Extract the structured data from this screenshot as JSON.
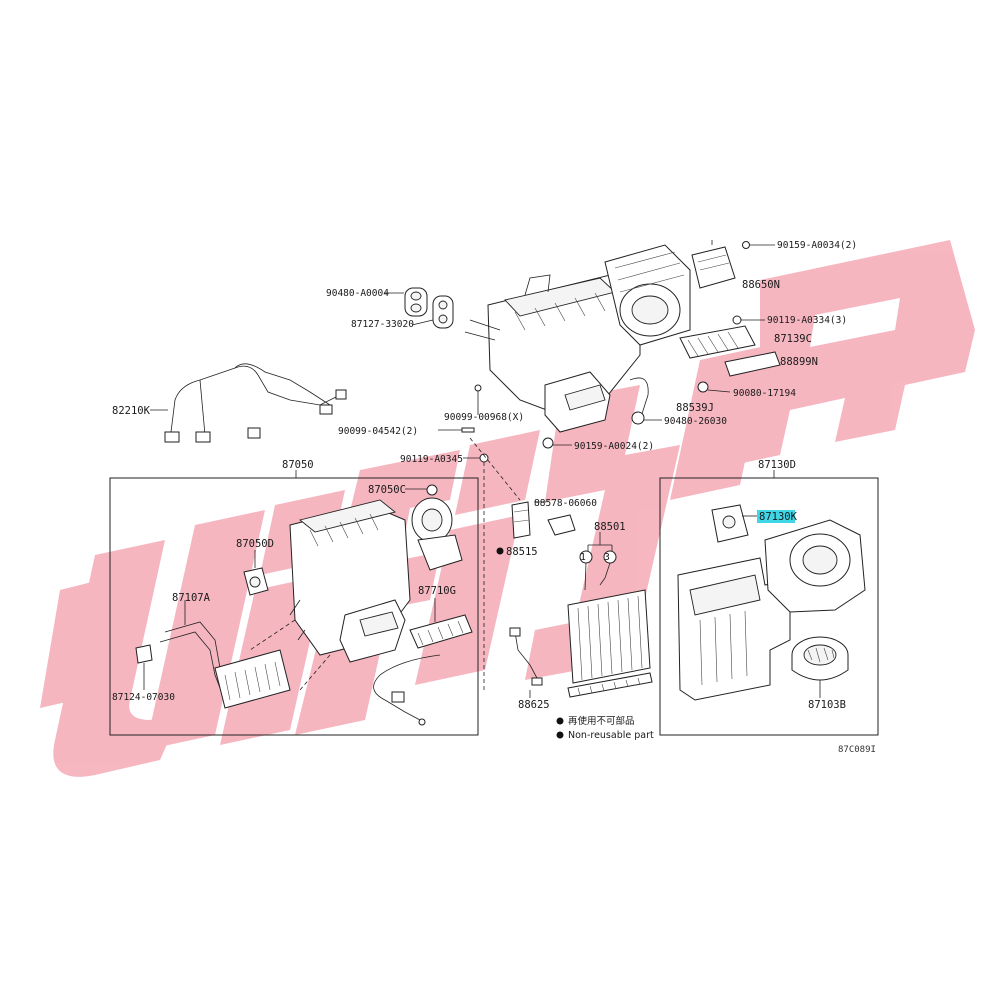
{
  "diagram": {
    "code": "87C089I",
    "legend": [
      {
        "label": "再使用不可部品"
      },
      {
        "label": "Non-reusable part"
      }
    ],
    "group_labels": {
      "left": "87050",
      "right": "87130D"
    },
    "highlighted_part": "87130K",
    "parts": [
      {
        "id": "p01",
        "label": "90159-A0034(2)"
      },
      {
        "id": "p02",
        "label": "88650N"
      },
      {
        "id": "p03",
        "label": "90480-A0004"
      },
      {
        "id": "p04",
        "label": "87127-33020"
      },
      {
        "id": "p05",
        "label": "90119-A0334(3)"
      },
      {
        "id": "p06",
        "label": "87139C"
      },
      {
        "id": "p07",
        "label": "88899N"
      },
      {
        "id": "p08",
        "label": "82210K"
      },
      {
        "id": "p09",
        "label": "90080-17194"
      },
      {
        "id": "p10",
        "label": "88539J"
      },
      {
        "id": "p11",
        "label": "90099-00968(X)"
      },
      {
        "id": "p12",
        "label": "90480-26030"
      },
      {
        "id": "p13",
        "label": "90099-04542(2)"
      },
      {
        "id": "p14",
        "label": "90159-A0024(2)"
      },
      {
        "id": "p15",
        "label": "90119-A0345"
      },
      {
        "id": "p16",
        "label": "87050C"
      },
      {
        "id": "p17",
        "label": "88578-06060"
      },
      {
        "id": "p18",
        "label": "88501"
      },
      {
        "id": "p19",
        "label": "87050D"
      },
      {
        "id": "p20",
        "label": "88515"
      },
      {
        "id": "p21",
        "label": "87710G"
      },
      {
        "id": "p22",
        "label": "87107A"
      },
      {
        "id": "p23",
        "label": "87124-07030"
      },
      {
        "id": "p24",
        "label": "88625"
      },
      {
        "id": "p25",
        "label": "87103B"
      },
      {
        "id": "p26",
        "label": "87130K"
      }
    ],
    "callouts": [
      "1",
      "3"
    ]
  },
  "watermark": {
    "color": "#f2a7b3"
  }
}
